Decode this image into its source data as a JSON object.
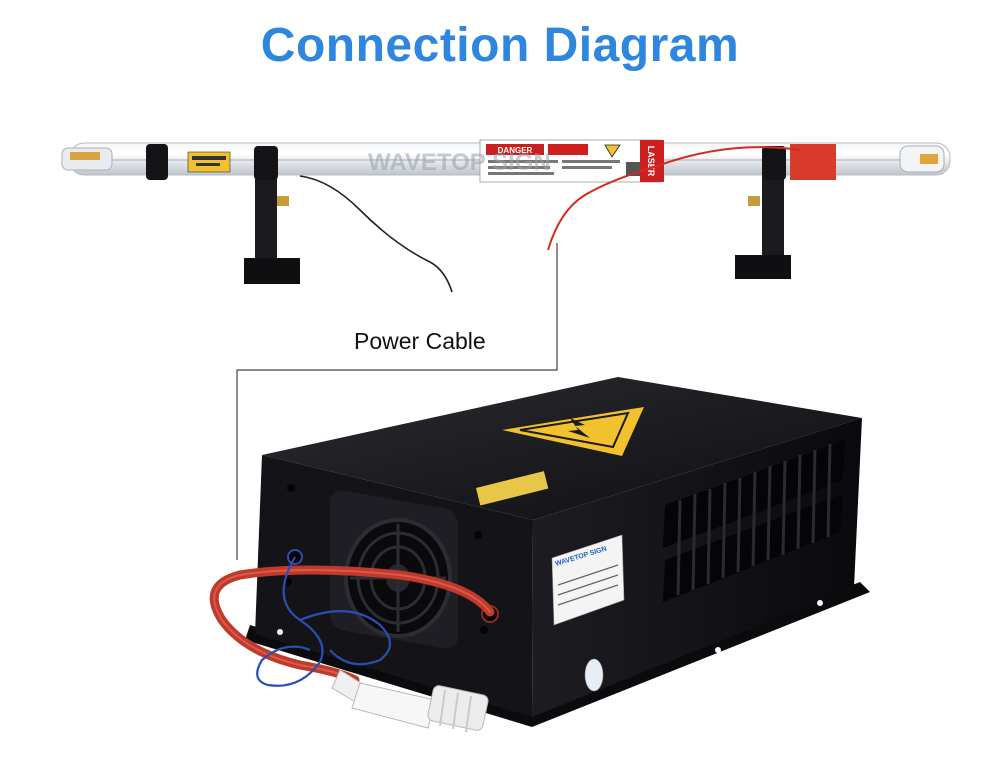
{
  "title": "Connection Diagram",
  "callout_label": "Power Cable",
  "tube": {
    "watermark": "WAVETOP SIGN",
    "danger_label": "DANGER",
    "laser_label": "LASER"
  },
  "psu": {
    "nameplate_brand": "WAVETOP SIGN"
  },
  "colors": {
    "title": "#2e86de",
    "psu_body": "#15151a",
    "warning_yellow": "#f2c12e",
    "red_wire": "#c0392b",
    "blue_wire": "#2a4fb3"
  }
}
